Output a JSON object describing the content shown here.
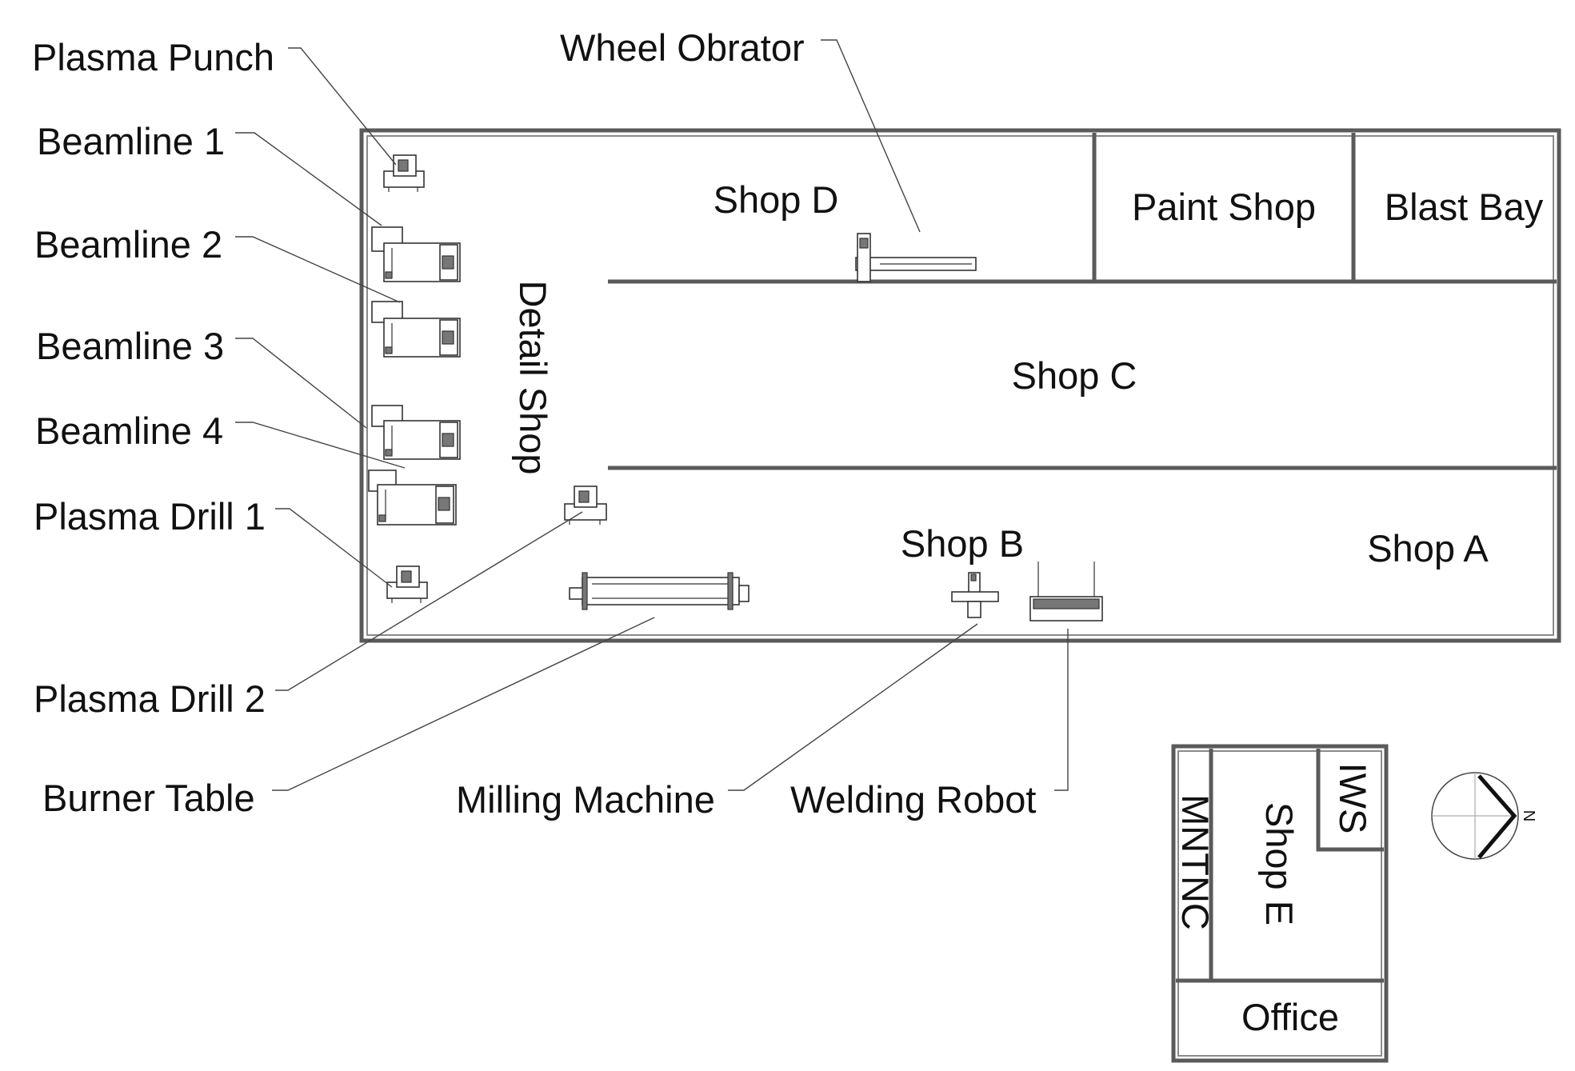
{
  "rooms": {
    "shop_d": "Shop D",
    "paint_shop": "Paint Shop",
    "blast_bay": "Blast Bay",
    "detail_shop": "Detail Shop",
    "shop_c": "Shop C",
    "shop_b": "Shop B",
    "shop_a": "Shop A",
    "mntnc": "MNTNC",
    "shop_e": "Shop E",
    "iws": "IWS",
    "office": "Office"
  },
  "equipment_labels": {
    "plasma_punch": "Plasma Punch",
    "beamline_1": "Beamline 1",
    "beamline_2": "Beamline 2",
    "beamline_3": "Beamline 3",
    "beamline_4": "Beamline 4",
    "plasma_drill_1": "Plasma Drill 1",
    "plasma_drill_2": "Plasma Drill 2",
    "burner_table": "Burner Table",
    "milling_machine": "Milling Machine",
    "welding_robot": "Welding Robot",
    "wheel_obrator": "Wheel Obrator"
  },
  "compass": {
    "north_label": "N"
  }
}
